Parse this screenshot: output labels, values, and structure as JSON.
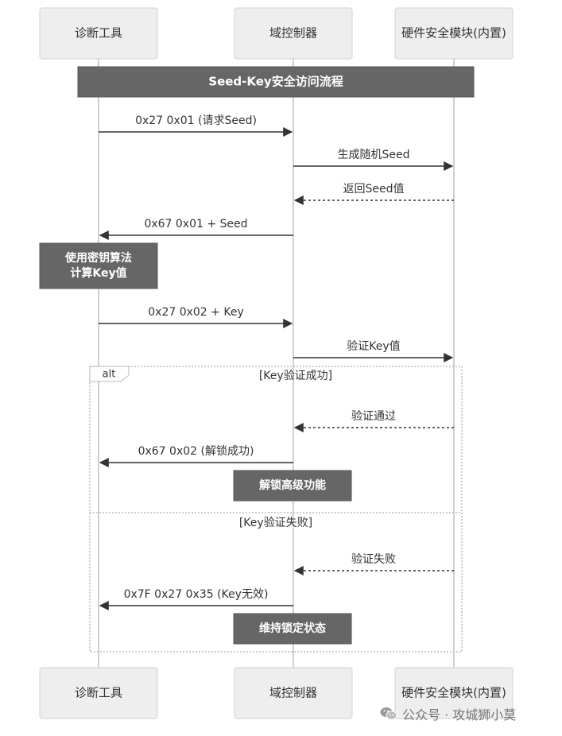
{
  "participants": [
    {
      "id": "tool",
      "label": "诊断工具"
    },
    {
      "id": "ctrl",
      "label": "域控制器"
    },
    {
      "id": "hsm",
      "label": "硬件安全模块(内置)"
    }
  ],
  "title_note": "Seed-Key安全访问流程",
  "messages": [
    {
      "from": "tool",
      "to": "ctrl",
      "label": "0x27 0x01 (请求Seed)",
      "style": "solid"
    },
    {
      "from": "ctrl",
      "to": "hsm",
      "label": "生成随机Seed",
      "style": "solid"
    },
    {
      "from": "hsm",
      "to": "ctrl",
      "label": "返回Seed值",
      "style": "dashed"
    },
    {
      "from": "ctrl",
      "to": "tool",
      "label": "0x67 0x01 + Seed",
      "style": "solid"
    },
    {
      "from": "tool",
      "to": "ctrl",
      "label": "0x27 0x02 + Key",
      "style": "solid"
    },
    {
      "from": "ctrl",
      "to": "hsm",
      "label": "验证Key值",
      "style": "solid"
    },
    {
      "from": "hsm",
      "to": "ctrl",
      "label": "验证通过",
      "style": "dashed"
    },
    {
      "from": "ctrl",
      "to": "tool",
      "label": "0x67 0x02 (解锁成功)",
      "style": "solid"
    },
    {
      "from": "hsm",
      "to": "ctrl",
      "label": "验证失败",
      "style": "dashed"
    },
    {
      "from": "ctrl",
      "to": "tool",
      "label": "0x7F 0x27 0x35 (Key无效)",
      "style": "solid"
    }
  ],
  "notes": [
    {
      "over": "tool",
      "lines": [
        "使用密钥算法",
        "计算Key值"
      ]
    },
    {
      "over": "ctrl",
      "lines": [
        "解锁高级功能"
      ]
    },
    {
      "over": "ctrl",
      "lines": [
        "维持锁定状态"
      ]
    }
  ],
  "alt_block": {
    "keyword": "alt",
    "conditions": [
      "[Key验证成功]",
      "[Key验证失败]"
    ]
  },
  "watermark": "公众号 · 攻城狮小莫",
  "colors": {
    "participant_fill": "#eeeeee",
    "participant_stroke": "#d2d2d2",
    "lifeline": "#d0d0d0",
    "note_fill": "#666666",
    "note_text": "#ffffff",
    "arrow": "#333333",
    "alt_border": "#bbbbbb"
  }
}
